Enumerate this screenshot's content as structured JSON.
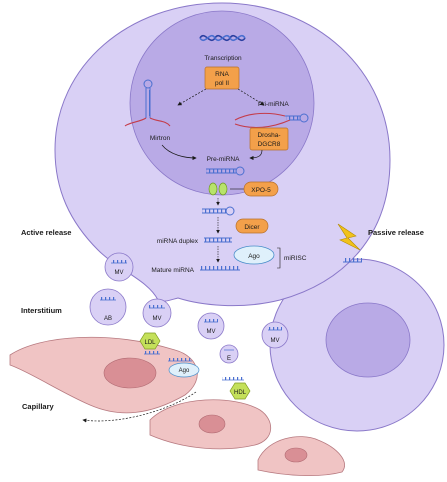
{
  "labels": {
    "transcription": "Transcription",
    "rna_pol_line1": "RNA",
    "rna_pol_line2": "pol II",
    "pri_mirna": "Pri-miRNA",
    "mirtron": "Mirtron",
    "drosha_line1": "Drosha-",
    "drosha_line2": "DGCR8",
    "pre_mirna": "Pre-miRNA",
    "xpo5": "XPO-5",
    "dicer": "Dicer",
    "mirna_duplex": "miRNA duplex",
    "ago": "Ago",
    "mirisc": "miRISC",
    "mature_mirna": "Mature miRNA",
    "active_release": "Active release",
    "passive_release": "Passive release",
    "interstitium": "Interstitium",
    "capillary": "Capillary",
    "mv": "MV",
    "ab": "AB",
    "ldl": "LDL",
    "hdl": "HDL",
    "e": "E"
  },
  "colors": {
    "cell_fill": "#d9d0f5",
    "cell_stroke": "#8a78c9",
    "nucleus_fill": "#b9aae6",
    "orange_box": "#f3a04a",
    "rna_blue": "#4a6fd0",
    "rna_red": "#c43c4a",
    "green_hex": "#c4e05a",
    "capillary_fill": "#f0c4c4",
    "capillary_nucleus": "#d98f95",
    "lightning": "#f1c21b"
  }
}
